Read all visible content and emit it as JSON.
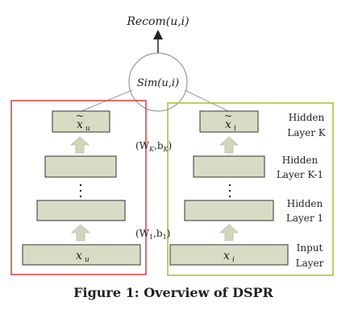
{
  "top": {
    "recom": "Recom(u,i)",
    "sim": "Sim(u,i)"
  },
  "params": {
    "top": "(W",
    "top_sub": "K",
    "top_b": ",b",
    "top_b_sub": "K",
    "top_close": ")",
    "bottom": "(W",
    "bottom_sub": "1",
    "bottom_b": ",b",
    "bottom_b_sub": "1",
    "bottom_close": ")"
  },
  "user": {
    "output_base": "x",
    "output_sub": "u",
    "output_tilde": "~",
    "input_base": "x",
    "input_sub": "u"
  },
  "item": {
    "output_base": "x",
    "output_sub": "i",
    "output_tilde": "~",
    "input_base": "x",
    "input_sub": "i"
  },
  "labels": {
    "hidden_k": [
      "Hidden",
      "Layer K"
    ],
    "hidden_k1": [
      "Hidden",
      "Layer K-1"
    ],
    "hidden_1": [
      "Hidden",
      "Layer 1"
    ],
    "input": [
      "Input",
      "Layer"
    ]
  },
  "caption": "Figure 1: Overview of DSPR",
  "colors": {
    "user_box": "#d93b3b",
    "item_box": "#a9bf2a",
    "layer_fill": "#d8dcc4",
    "arrow_fill": "#d0d6bc"
  }
}
